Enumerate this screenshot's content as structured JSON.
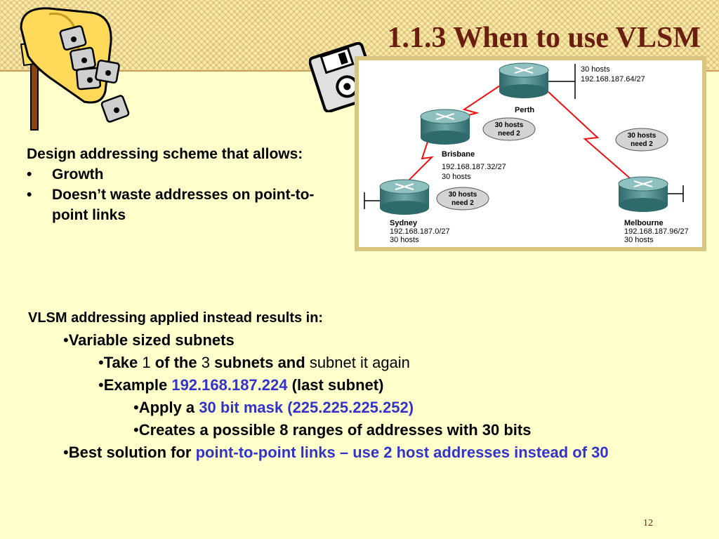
{
  "title": "1.1.3 When to use VLSM",
  "slide_number": "12",
  "top_list": {
    "lead": "Design addressing scheme that allows:",
    "bullet": "•",
    "items": [
      "Growth",
      "Doesn’t waste addresses on point-to-point links"
    ]
  },
  "lower": {
    "heading": "VLSM addressing applied instead results in:",
    "bullet": "•",
    "variable": "Variable sized subnets",
    "take": {
      "p1": "Take",
      "n1": "1",
      "p2": "of the",
      "n2": "3",
      "p3": "subnets and",
      "p4": "subnet it again"
    },
    "example": {
      "p1": "Example",
      "ip": "192.168.187.224",
      "p2": "(last subnet)"
    },
    "apply": {
      "p1": "Apply a",
      "mask": "30 bit mask (225.225.225.252)"
    },
    "creates": "Creates a possible 8 ranges of addresses with 30 bits",
    "best": {
      "p1": "Best solution for",
      "p2": "point-to-point links – use 2 host addresses instead of 30"
    }
  },
  "diagram": {
    "routers": {
      "perth": {
        "name": "Perth",
        "hosts": "30 hosts",
        "ip": "192.168.187.64/27"
      },
      "brisbane": {
        "name": "Brisbane",
        "ip": "192.168.187.32/27",
        "hosts": "30 hosts"
      },
      "sydney": {
        "name": "Sydney",
        "ip": "192.168.187.0/27",
        "hosts": "30 hosts"
      },
      "melbourne": {
        "name": "Melbourne",
        "ip": "192.168.187.96/27",
        "hosts": "30 hosts"
      }
    },
    "links": {
      "perth_brisbane": {
        "l1": "30 hosts",
        "l2": "need 2"
      },
      "perth_melbourne": {
        "l1": "30 hosts",
        "l2": "need 2"
      },
      "brisbane_sydney": {
        "l1": "30 hosts",
        "l2": "need 2"
      }
    },
    "colors": {
      "wan_link": "#ee1111",
      "router": "#4f8c8c",
      "frame": "#d8c580"
    }
  }
}
